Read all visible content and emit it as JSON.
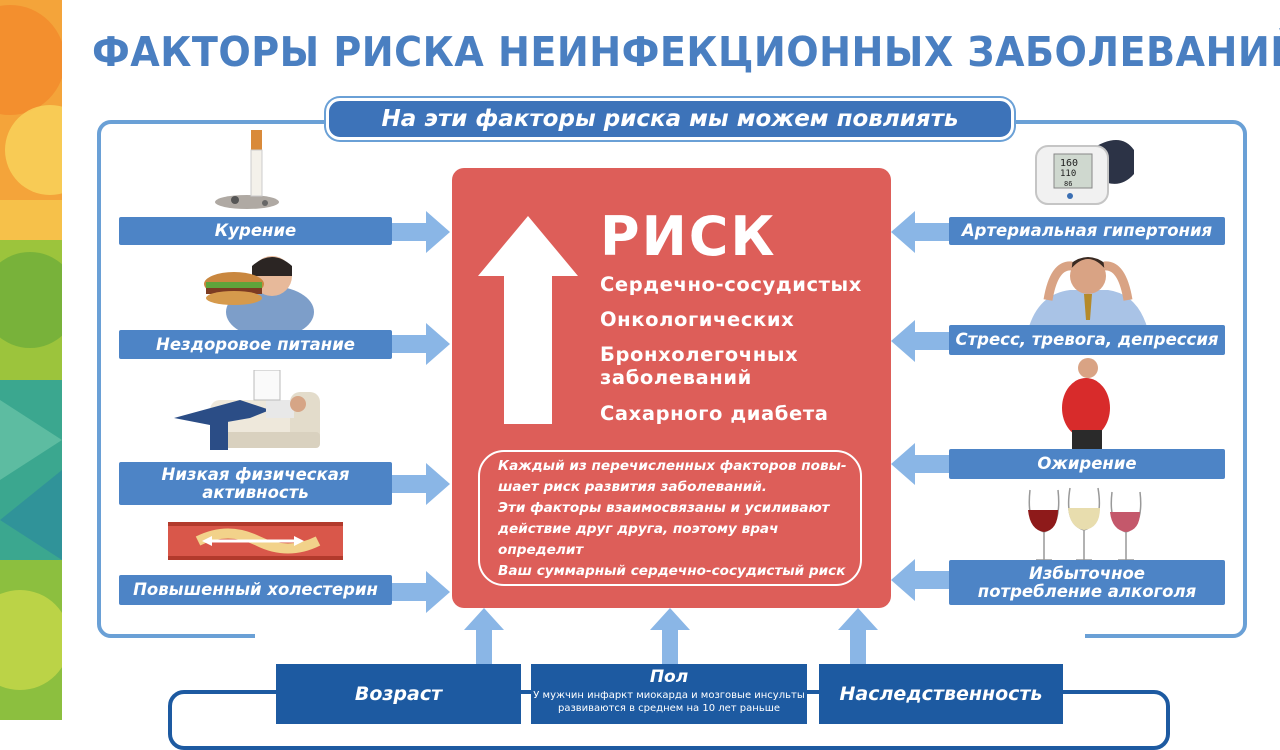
{
  "title": "ФАКТОРЫ РИСКА НЕИНФЕКЦИОННЫХ ЗАБОЛЕВАНИЙ",
  "subtitle": "На эти факторы риска мы можем повлиять",
  "left_factors": [
    "Курение",
    "Нездоровое питание",
    "Низкая физическая активность",
    "Повышенный холестерин"
  ],
  "right_factors": [
    "Артериальная гипертония",
    "Стресс, тревога, депрессия",
    "Ожирение",
    "Избыточное потребление алкоголя"
  ],
  "risk": {
    "title": "РИСК",
    "diseases": [
      "Сердечно-сосудистых",
      "Онкологических",
      "Бронхолегочных заболеваний",
      "Сахарного диабета"
    ],
    "note_lines": [
      "Каждый из перечисленных факторов повы-",
      "шает риск развития заболеваний.",
      "Эти факторы взаимосвязаны и усиливают",
      "действие друг друга, поэтому врач определит",
      "Ваш суммарный сердечно-сосудистый риск"
    ]
  },
  "bottom": {
    "age": "Возраст",
    "sex": "Пол",
    "sex_note_1": "У мужчин инфаркт миокарда и мозговые инсульты",
    "sex_note_2": "развиваются в среднем на 10 лет раньше",
    "heredity": "Наследственность"
  },
  "monitor": {
    "sys": "160",
    "dia": "110",
    "pulse": "86"
  },
  "colors": {
    "title": "#4a7fc1",
    "factor": "#4d84c6",
    "risk": "#dd5e59",
    "arrow": "#8ab6e6",
    "bottom": "#1d5aa1"
  },
  "icons": [
    "cigarette-image",
    "burger-eating-image",
    "couch-lying-image",
    "artery-plaque-image",
    "blood-pressure-monitor-image",
    "stressed-man-image",
    "obese-man-image",
    "wine-glasses-image"
  ]
}
